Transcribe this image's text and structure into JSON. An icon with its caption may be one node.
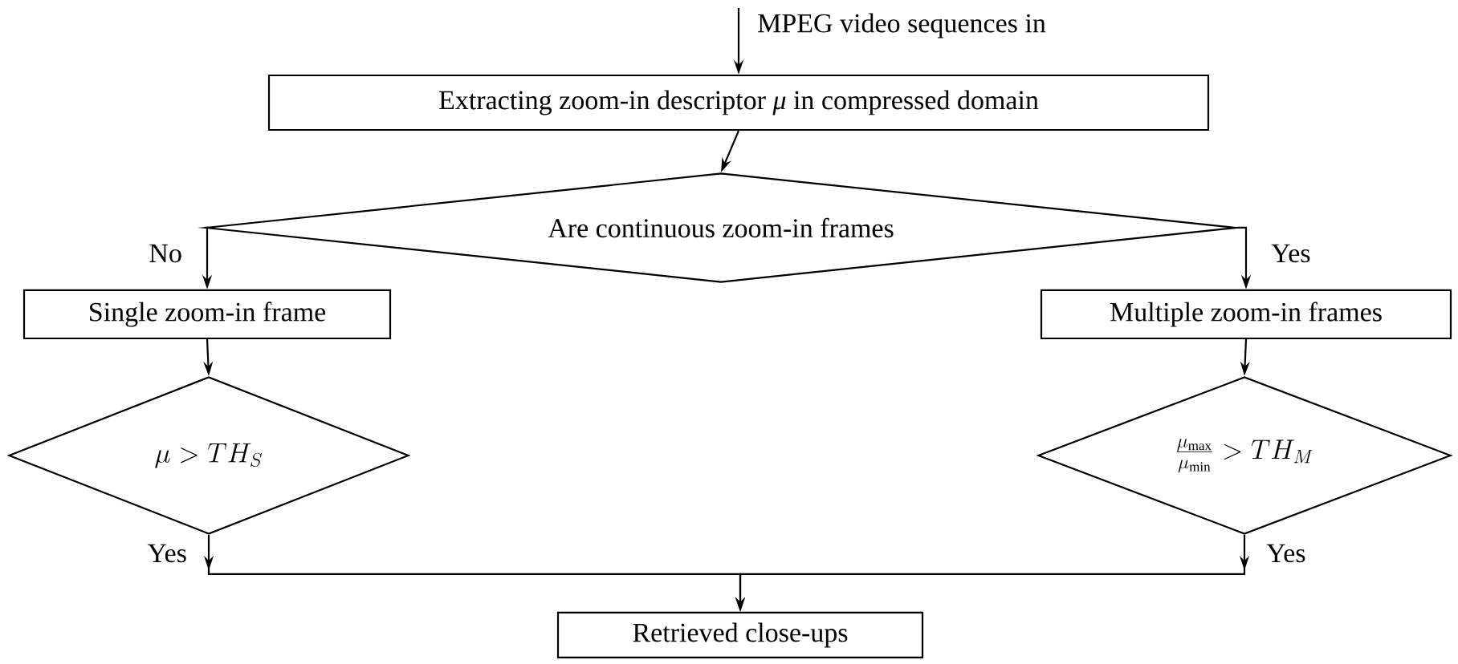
{
  "diagram": {
    "nodes": [
      {
        "text": [
          "Extracting zoom-in descriptor *μ* in compressed domain"
        ]
      },
      {
        "text": [
          "Are continuous zoom-in frames"
        ]
      },
      {
        "text": [
          "Single zoom-in frame"
        ]
      },
      {
        "text": [
          "Multiple zoom-in frames"
        ]
      },
      {
        "text": [
          "\\mu > TH_S"
        ]
      },
      {
        "text": [
          "\\frac{\\mu_{\\max}}{\\mu_{\\min}} > TH_M"
        ]
      },
      {
        "text": [
          "Retrieved close-ups"
        ]
      }
    ],
    "edges": [
      {
        "from": null,
        "to": 0,
        "arrow": "to",
        "label": "MPEG video sequences in"
      },
      {
        "from": 0,
        "to": 1,
        "arrow": "to"
      },
      {
        "from": 1,
        "to": 2,
        "arrow": "to",
        "label": "No"
      },
      {
        "from": 1,
        "to": 3,
        "arrow": "to",
        "label": "Yes"
      },
      {
        "from": 2,
        "to": 4,
        "arrow": "to"
      },
      {
        "from": 3,
        "to": 5,
        "arrow": "to"
      },
      {
        "from": 4,
        "to": 6,
        "arrow": "to",
        "label": "Yes"
      },
      {
        "from": 5,
        "to": 6,
        "arrow": "to",
        "label": "Yes"
      }
    ]
  }
}
